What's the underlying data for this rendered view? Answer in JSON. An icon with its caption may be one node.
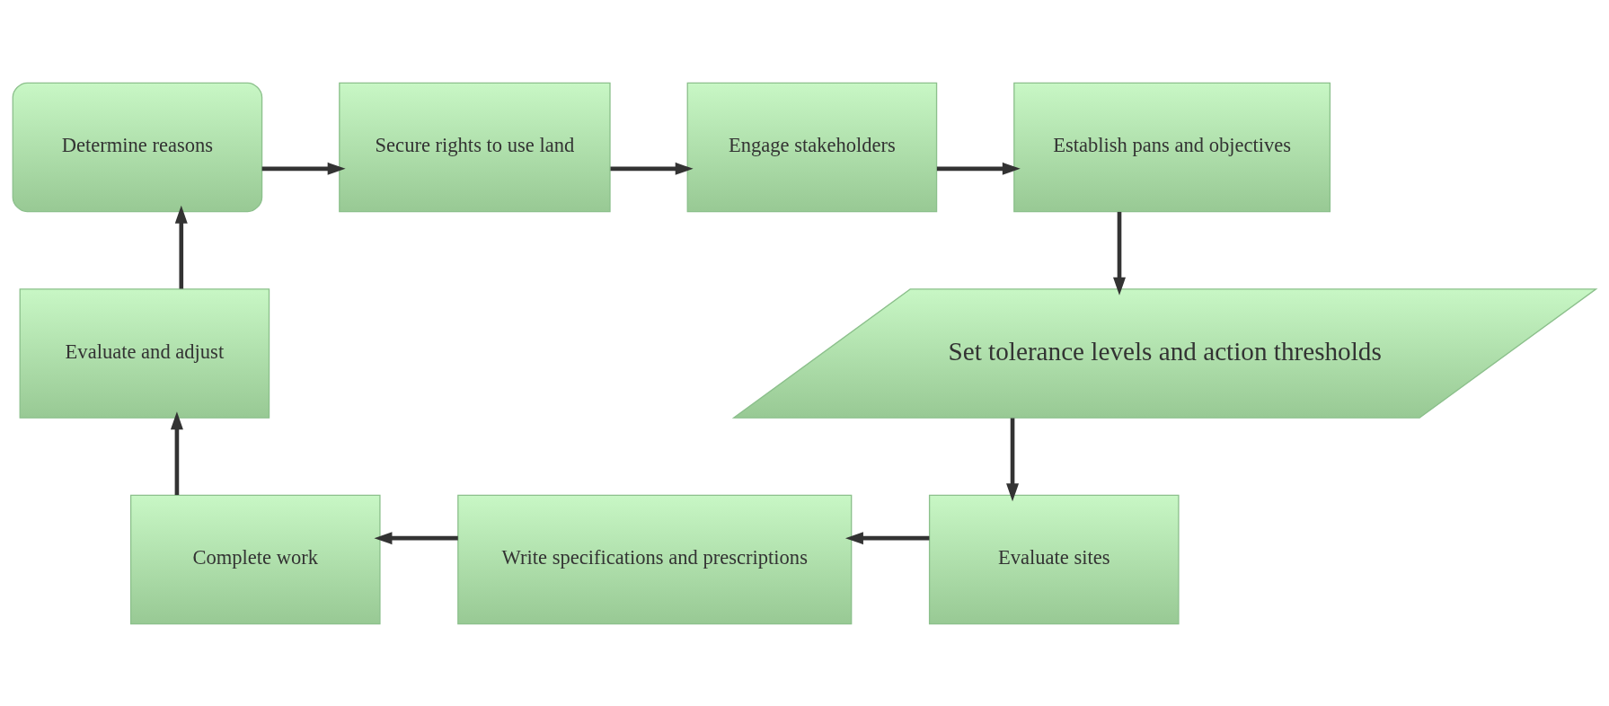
{
  "diagram": {
    "nodes": [
      {
        "text": [
          "Determine reasons"
        ]
      },
      {
        "text": [
          "Secure rights to use land"
        ]
      },
      {
        "text": [
          "Engage stakeholders"
        ]
      },
      {
        "text": [
          "Establish pans and objectives"
        ]
      },
      {
        "text": [
          "Set tolerance levels and action thresholds"
        ]
      },
      {
        "text": [
          "Evaluate sites"
        ]
      },
      {
        "text": [
          "Write specifications and prescriptions"
        ]
      },
      {
        "text": [
          "Complete work"
        ]
      },
      {
        "text": [
          "Evaluate and adjust"
        ]
      }
    ],
    "edges": [
      {
        "from": 0,
        "to": 1,
        "arrow": "to"
      },
      {
        "from": 1,
        "to": 2,
        "arrow": "to"
      },
      {
        "from": 2,
        "to": 3,
        "arrow": "to"
      },
      {
        "from": 3,
        "to": 4,
        "arrow": "to"
      },
      {
        "from": 4,
        "to": 5,
        "arrow": "to"
      },
      {
        "from": 5,
        "to": 6,
        "arrow": "to"
      },
      {
        "from": 6,
        "to": 7,
        "arrow": "to"
      },
      {
        "from": 7,
        "to": 8,
        "arrow": "to"
      },
      {
        "from": 8,
        "to": 0,
        "arrow": "to"
      }
    ]
  }
}
